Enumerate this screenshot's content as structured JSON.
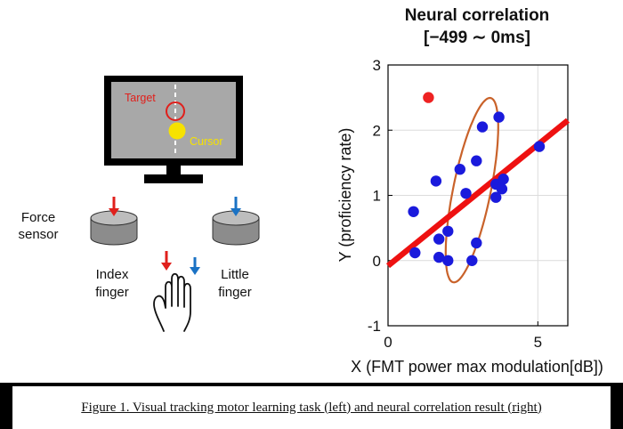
{
  "left_panel": {
    "target_label": "Target",
    "cursor_label": "Cursor",
    "force_sensor_label": [
      "Force",
      "sensor"
    ],
    "index_finger_label": [
      "Index",
      "finger"
    ],
    "little_finger_label": [
      "Little",
      "finger"
    ],
    "colors": {
      "target": "#e0201c",
      "cursor": "#f6e200",
      "index_arrow": "#e0201c",
      "little_arrow": "#1a72c4",
      "screen": "#a8a8a8",
      "sensor": "#8c8c8c"
    }
  },
  "chart_data": {
    "type": "scatter",
    "title": [
      "Neural correlation",
      "[−499 ∼ 0ms]"
    ],
    "xlabel": "X (FMT power max modulation[dB])",
    "ylabel": "Y (proficiency rate)",
    "xlim": [
      0,
      6
    ],
    "ylim": [
      -1,
      3
    ],
    "xticks": [
      0,
      5
    ],
    "yticks": [
      -1,
      0,
      1,
      2,
      3
    ],
    "grid": true,
    "series": [
      {
        "color": "#1a1adc",
        "points": [
          [
            0.85,
            0.75
          ],
          [
            0.9,
            0.12
          ],
          [
            1.6,
            1.22
          ],
          [
            1.7,
            0.33
          ],
          [
            1.7,
            0.05
          ],
          [
            2.0,
            0.0
          ],
          [
            2.0,
            0.45
          ],
          [
            2.4,
            1.4
          ],
          [
            2.6,
            1.03
          ],
          [
            2.8,
            0.0
          ],
          [
            2.95,
            0.27
          ],
          [
            2.95,
            1.53
          ],
          [
            3.15,
            2.05
          ],
          [
            3.6,
            0.97
          ],
          [
            3.6,
            1.17
          ],
          [
            3.7,
            2.2
          ],
          [
            3.8,
            1.1
          ],
          [
            3.85,
            1.25
          ],
          [
            5.05,
            1.75
          ]
        ]
      },
      {
        "color": "#ee2222",
        "points": [
          [
            1.35,
            2.5
          ]
        ]
      }
    ],
    "regression_line": {
      "color": "#ee1111",
      "x": [
        0,
        6
      ],
      "y": [
        -0.08,
        2.15
      ]
    },
    "ellipse": {
      "color": "#c9622a",
      "center": [
        2.8,
        1.08
      ],
      "semi_major": 1.56,
      "semi_minor": 0.58,
      "angle_deg": 63
    }
  },
  "caption": "Figure 1. Visual tracking motor learning task (left) and neural correlation result (right)"
}
